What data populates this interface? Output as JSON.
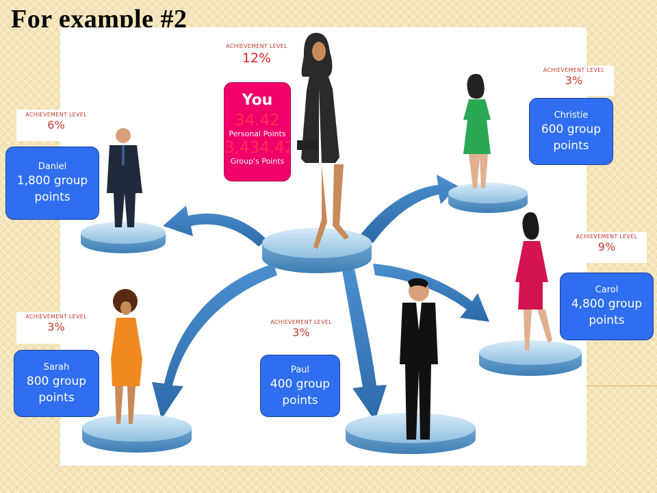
{
  "title": "For example #2",
  "you": {
    "ach_label": "ACHIEVEMENT LEVEL",
    "ach_pct": "12%",
    "name": "You",
    "personal_points": "34.42",
    "personal_label": "Personal Points",
    "group_points": "3,434.42",
    "group_label": "Group's Points"
  },
  "members": {
    "daniel": {
      "ach_label": "ACHIEVEMENT LEVEL",
      "ach_pct": "6%",
      "name": "Daniel",
      "points": "1,800 group points"
    },
    "christie": {
      "ach_label": "ACHIEVEMENT LEVEL",
      "ach_pct": "3%",
      "name": "Christie",
      "points": "600 group points"
    },
    "carol": {
      "ach_label": "ACHIEVEMENT LEVEL",
      "ach_pct": "9%",
      "name": "Carol",
      "points": "4,800 group points"
    },
    "sarah": {
      "ach_label": "ACHIEVEMENT LEVEL",
      "ach_pct": "3%",
      "name": "Sarah",
      "points": "800 group points"
    },
    "paul": {
      "ach_label": "ACHIEVEMENT LEVEL",
      "ach_pct": "3%",
      "name": "Paul",
      "points": "400 group points"
    }
  },
  "colors": {
    "member_box": "#2f6ef0",
    "you_box": "#f00068",
    "achievement_text": "#c0392b",
    "disc": "#a8cde8",
    "arrow": "#3d7fc0"
  }
}
